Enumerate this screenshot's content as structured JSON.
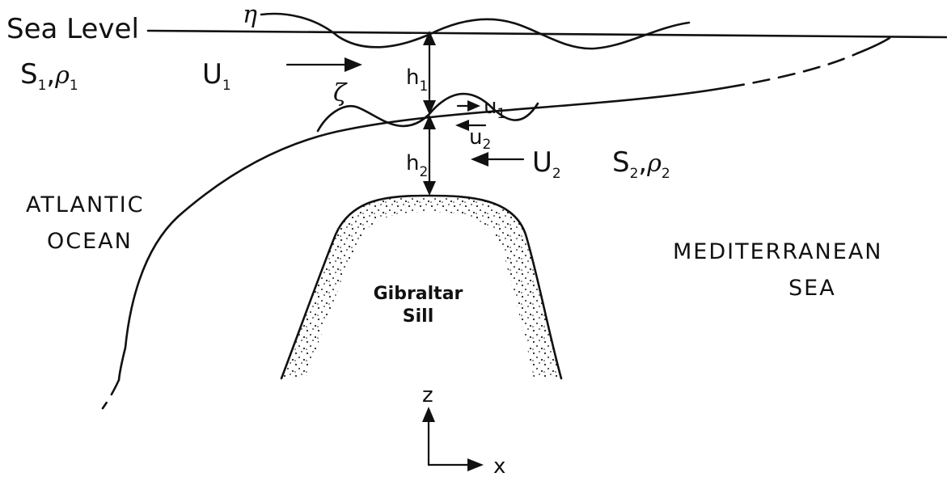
{
  "sea_level_label": "Sea Level",
  "eta": "η",
  "zeta": "ζ",
  "upper_layer": {
    "S": "S",
    "S_sub": "1",
    "rho": "ρ",
    "rho_sub": "1"
  },
  "lower_layer": {
    "S": "S",
    "S_sub": "2",
    "rho": "ρ",
    "rho_sub": "2"
  },
  "U1": {
    "base": "U",
    "sub": "1"
  },
  "U2": {
    "base": "U",
    "sub": "2"
  },
  "u1": {
    "base": "u",
    "sub": "1"
  },
  "u2": {
    "base": "u",
    "sub": "2"
  },
  "h1": {
    "base": "h",
    "sub": "1"
  },
  "h2": {
    "base": "h",
    "sub": "2"
  },
  "atlantic": [
    "ATLANTIC",
    "OCEAN"
  ],
  "mediterranean": [
    "MEDITERRANEAN",
    "SEA"
  ],
  "sill": [
    "Gibraltar",
    "Sill"
  ],
  "axis": {
    "z": "z",
    "x": "x"
  }
}
